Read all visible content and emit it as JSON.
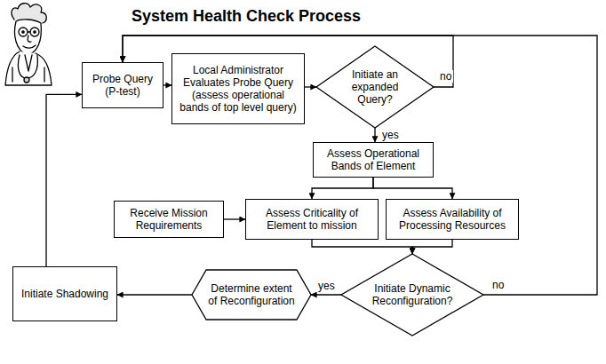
{
  "diagram": {
    "title": "System Health Check Process",
    "nodes": [
      {
        "text": [
          "Probe Query (P-test)"
        ]
      },
      {
        "text": [
          "Local Administrator Evaluates Probe Query (assess operational bands of top level query)"
        ]
      },
      {
        "text": [
          "Initiate an expanded Query?"
        ]
      },
      {
        "text": [
          "Assess Operational Bands of Element"
        ]
      },
      {
        "text": [
          "Receive Mission Requirements"
        ]
      },
      {
        "text": [
          "Assess Criticality of Element to mission"
        ]
      },
      {
        "text": [
          "Assess Availability of Processing Resources"
        ]
      },
      {
        "text": [
          "Initiate Dynamic Reconfiguration?"
        ]
      },
      {
        "text": [
          "Determine extent of Reconfiguration"
        ]
      },
      {
        "text": [
          "Initiate Shadowing"
        ]
      }
    ],
    "edges": [
      {
        "from": 0,
        "to": 1,
        "arrow": "to"
      },
      {
        "from": 1,
        "to": 2,
        "arrow": "to"
      },
      {
        "from": 2,
        "to": 0,
        "label": "no",
        "arrow": "to"
      },
      {
        "from": 2,
        "to": 3,
        "label": "yes",
        "arrow": "to"
      },
      {
        "from": 3,
        "to": 5,
        "arrow": "to"
      },
      {
        "from": 3,
        "to": 6,
        "arrow": "to"
      },
      {
        "from": 4,
        "to": 5,
        "arrow": "to"
      },
      {
        "from": 5,
        "to": 7,
        "arrow": "to"
      },
      {
        "from": 6,
        "to": 7,
        "arrow": "to"
      },
      {
        "from": 7,
        "to": 8,
        "label": "yes",
        "arrow": "to"
      },
      {
        "from": 8,
        "to": 9,
        "arrow": "to"
      },
      {
        "from": 7,
        "to": 0,
        "label": "no",
        "arrow": "to"
      },
      {
        "from": 9,
        "to": 0,
        "arrow": "to"
      }
    ]
  }
}
